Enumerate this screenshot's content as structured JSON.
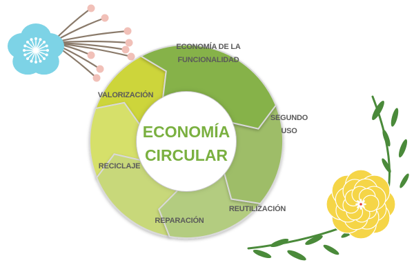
{
  "diagram": {
    "title_lines": [
      "ECONOMÍA",
      "CIRCULAR"
    ],
    "title_color": "#7ab040",
    "stages": [
      {
        "lines": [
          "ECONOMÍA DE LA",
          "FUNCIONALIDAD"
        ],
        "color": "#86b24a"
      },
      {
        "lines": [
          "SEGUNDO",
          "USO"
        ],
        "color": "#9ebd68"
      },
      {
        "lines": [
          "REUTILIZACIÓN"
        ],
        "color": "#b3cc80"
      },
      {
        "lines": [
          "REPARACIÓN"
        ],
        "color": "#c8d87a"
      },
      {
        "lines": [
          "RECICLAJE"
        ],
        "color": "#d6e06a"
      },
      {
        "lines": [
          "VALORIZACIÓN"
        ],
        "color": "#cdd53a"
      }
    ],
    "label_color": "#5a5a5a"
  },
  "decorations": {
    "blue_flower_color": "#7dd3e6",
    "berry_color": "#f1c0b8",
    "stem_color": "#8a7a6a",
    "yellow_flower_color": "#f5d547",
    "leaf_color": "#4a8a3a"
  }
}
